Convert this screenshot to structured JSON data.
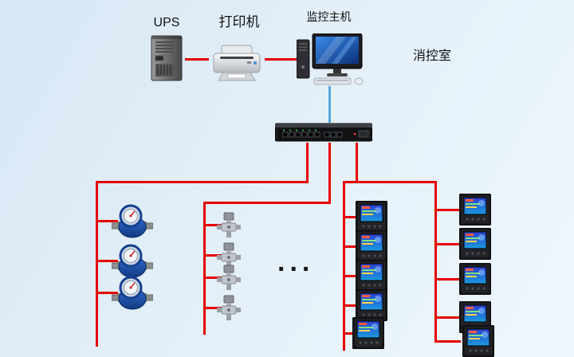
{
  "diagram": {
    "title_context": "fire-monitoring-topology",
    "labels": {
      "ups": "UPS",
      "printer": "打印机",
      "host": "监控主机",
      "room": "消控室",
      "ellipsis": "..."
    },
    "devices": {
      "top_row": [
        "ups-tower",
        "laser-printer",
        "monitoring-computer"
      ],
      "hub": "data-collector-switch",
      "left_branch": {
        "type": "water-meter",
        "count": 3
      },
      "middle_branch": {
        "type": "valve-sensor",
        "count": 4
      },
      "right_branch_inner": {
        "type": "power-monitor-meter",
        "count": 5
      },
      "right_branch_outer": {
        "type": "power-monitor-meter",
        "count": 5
      }
    },
    "colors": {
      "background_start": "#d7e7f5",
      "background_end": "#eef7fc",
      "bus_line": "#e60000",
      "host_link_line": "#58a5de",
      "label_text": "#111111"
    }
  }
}
